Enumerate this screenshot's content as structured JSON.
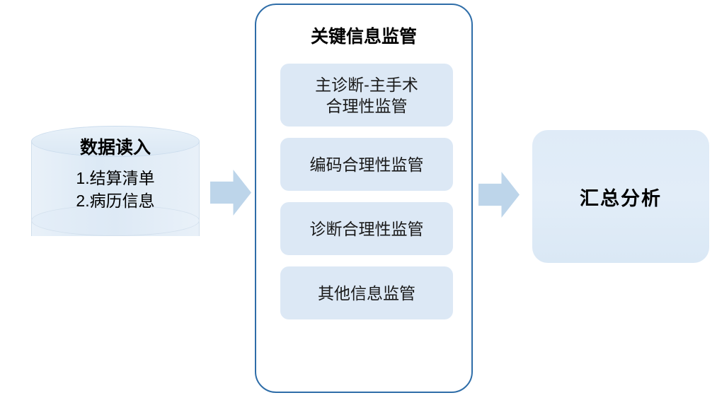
{
  "diagram": {
    "title": "",
    "source": {
      "shape": "cylinder",
      "title": "数据读入",
      "items": [
        "1.结算清单",
        "2.病历信息"
      ]
    },
    "arrows": [
      {
        "name": "arrow-source-to-supervision",
        "glyph": "right-arrow",
        "color": "#bdd5ea"
      },
      {
        "name": "arrow-supervision-to-summary",
        "glyph": "right-arrow",
        "color": "#bdd5ea"
      }
    ],
    "supervision": {
      "title": "关键信息监管",
      "border_color": "#2e6da8",
      "item_fill": "#dce8f5",
      "items": [
        {
          "label": "主诊断-主手术\n合理性监管",
          "line1": "主诊断-主手术",
          "line2": "合理性监管"
        },
        {
          "label": "编码合理性监管",
          "line1": "编码合理性监管",
          "line2": ""
        },
        {
          "label": "诊断合理性监管",
          "line1": "诊断合理性监管",
          "line2": ""
        },
        {
          "label": "其他信息监管",
          "line1": "其他信息监管",
          "line2": ""
        }
      ]
    },
    "summary": {
      "label": "汇总分析",
      "fill": "#dfebf7"
    }
  }
}
